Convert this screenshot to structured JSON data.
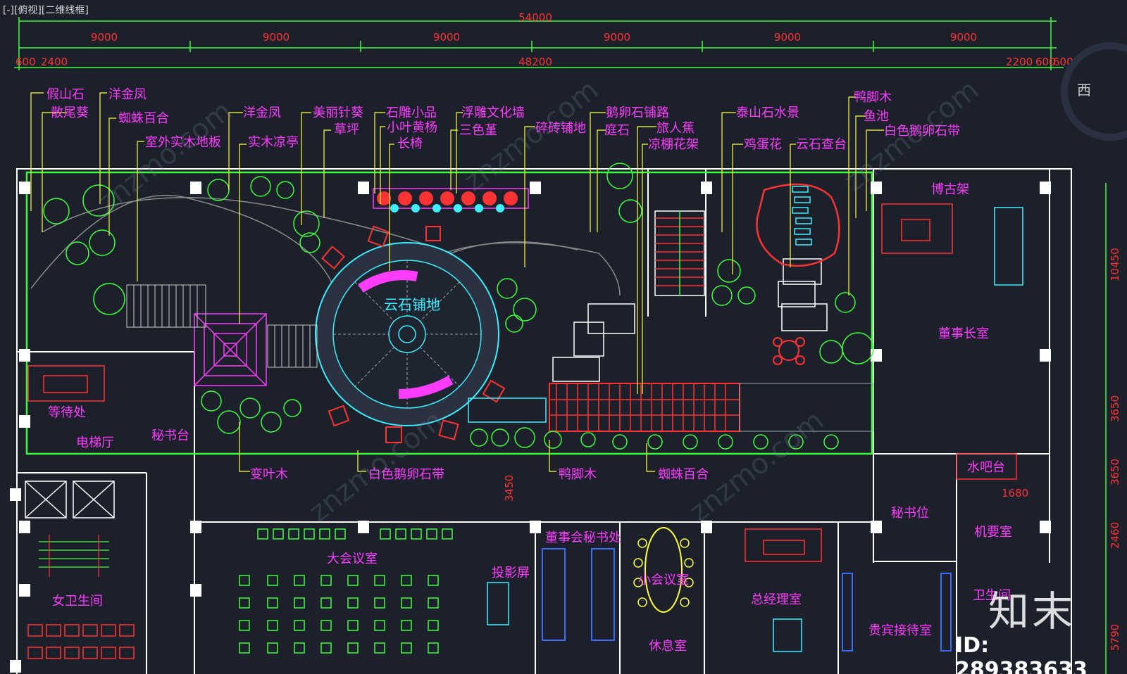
{
  "viewport_label": "[-][俯视][二维线框]",
  "compass_label": "西",
  "watermark": {
    "logo": "知末",
    "id": "ID: 289383633",
    "site": "znzmo.com"
  },
  "dimensions": {
    "total_top": "54000",
    "bays": [
      "9000",
      "9000",
      "9000",
      "9000",
      "9000",
      "9000"
    ],
    "second_row": [
      "600",
      "2400",
      "48200",
      "2200",
      "600",
      "600"
    ],
    "right_side": [
      "10450",
      "3650",
      "3650",
      "1680",
      "2460",
      "5790"
    ],
    "corridor": "3450"
  },
  "plant_labels": {
    "left_group": [
      "假山石",
      "散尾葵",
      "洋金凤",
      "蜘蛛百合",
      "室外实木地板"
    ],
    "mid_group": [
      "洋金凤",
      "实木凉亭",
      "美丽针葵",
      "草坪",
      "石雕小品",
      "小叶黄杨",
      "长椅",
      "浮雕文化墙",
      "三色堇",
      "碎砖铺地"
    ],
    "right_group": [
      "鹅卵石铺路",
      "庭石",
      "旅人蕉",
      "凉棚花架",
      "泰山石水景",
      "鸡蛋花",
      "云石查台",
      "鸭脚木",
      "鱼池",
      "白色鹅卵石带"
    ],
    "bottom_group": [
      "变叶木",
      "白色鹅卵石带",
      "鸭脚木",
      "蜘蛛百合"
    ]
  },
  "rooms": {
    "waiting": "等待处",
    "elevator_hall": "电梯厅",
    "secretary_desk": "秘书台",
    "womens_wc": "女卫生间",
    "big_meeting": "大会议室",
    "board_secretary": "董事会秘书处",
    "projection": "投影屏",
    "small_meeting": "小会议室",
    "rest_room": "休息室",
    "gm_office": "总经理室",
    "vip_reception": "贵宾接待室",
    "chairman_office": "董事长室",
    "antique_shelf": "博古架",
    "secretary_seat": "秘书位",
    "water_bar": "水吧台",
    "server_room": "机要室",
    "wc": "卫生间",
    "center_paving": "云石铺地"
  },
  "colors": {
    "bg": "#1b202b",
    "green": "#3cff3c",
    "yellow": "#ffff3c",
    "magenta": "#ff3cff",
    "cyan": "#3cf0ff",
    "red": "#ff3333",
    "white": "#ffffff"
  }
}
